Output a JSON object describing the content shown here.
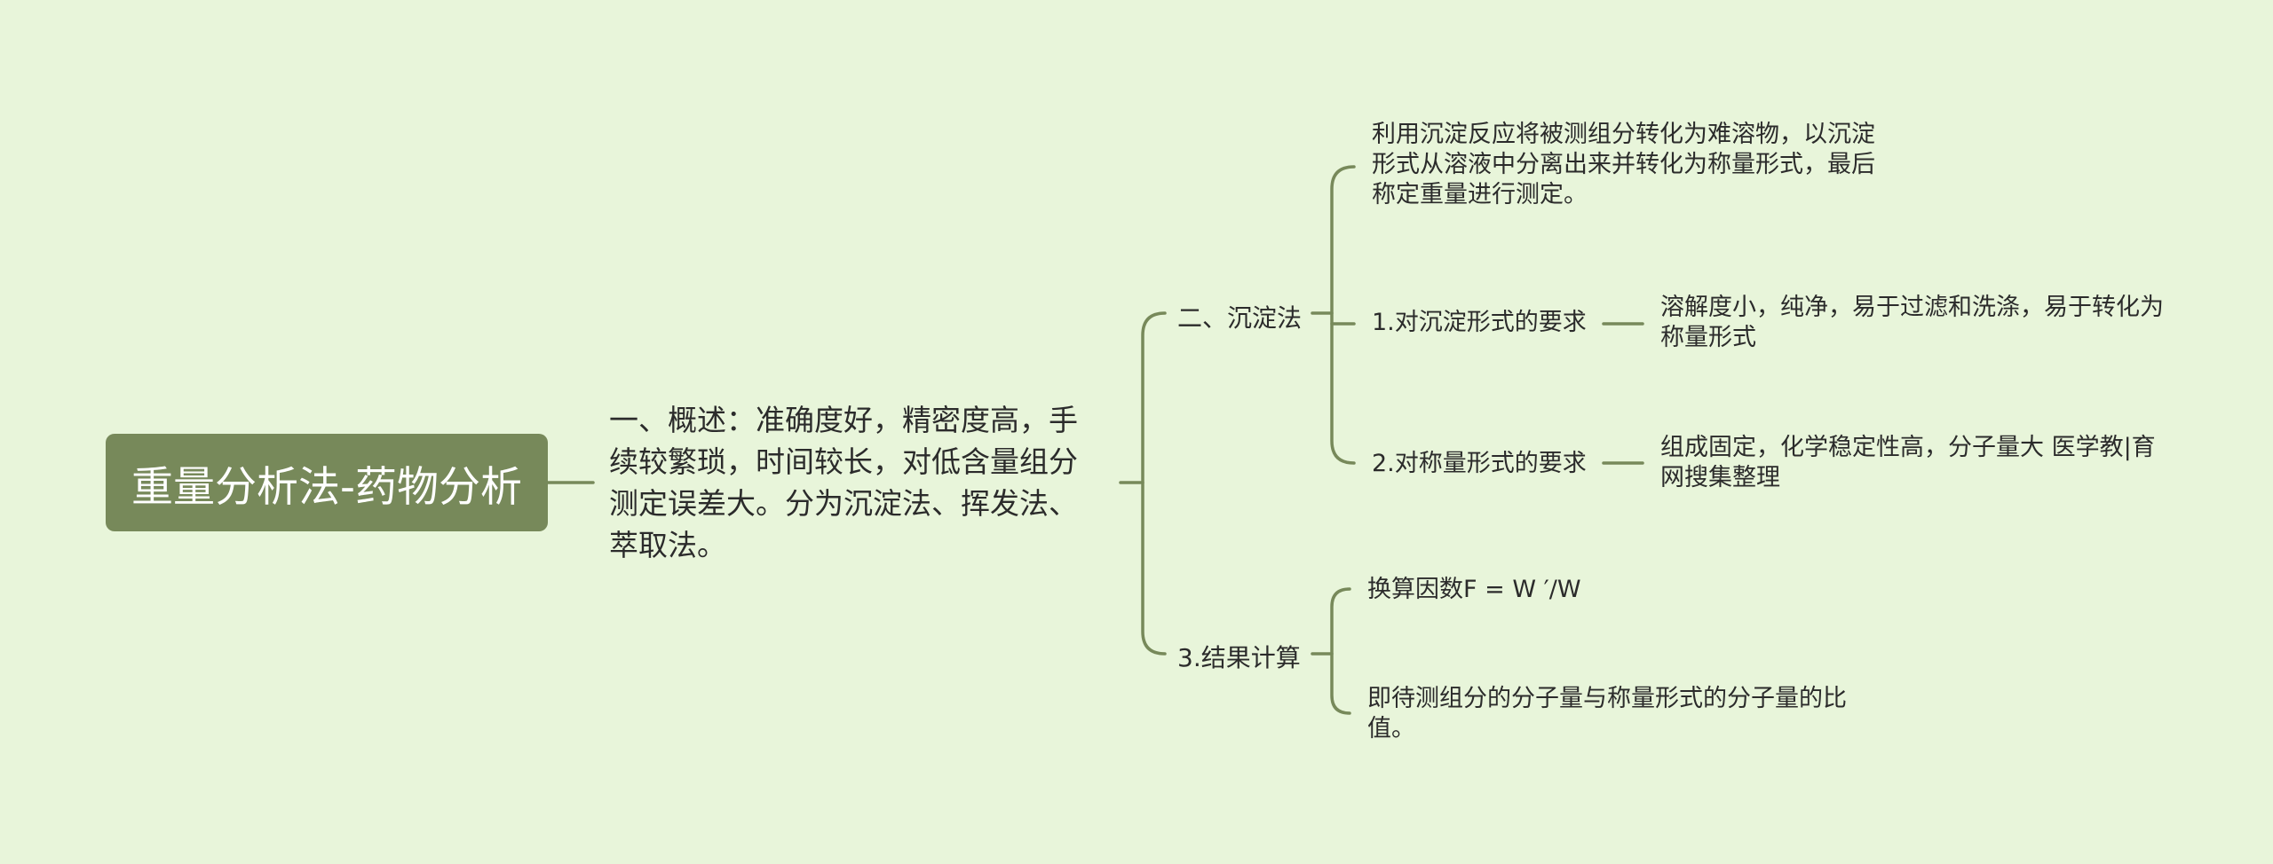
{
  "root": {
    "label": "重量分析法-药物分析"
  },
  "overview": {
    "text": "一、概述：准确度好，精密度高，手续较繁琐，时间较长，对低含量组分测定误差大。分为沉淀法、挥发法、萃取法。"
  },
  "precipitation": {
    "label": "二、沉淀法",
    "definition": "利用沉淀反应将被测组分转化为难溶物，以沉淀形式从溶液中分离出来并转化为称量形式，最后称定重量进行测定。",
    "req1": {
      "label": "1.对沉淀形式的要求",
      "detail": "溶解度小，纯净，易于过滤和洗涤，易于转化为称量形式"
    },
    "req2": {
      "label": "2.对称量形式的要求",
      "detail": "组成固定，化学稳定性高，分子量大 医学教|育网搜集整理"
    }
  },
  "result": {
    "label": "3.结果计算",
    "formula": "换算因数F = W ′/W",
    "explain": "即待测组分的分子量与称量形式的分子量的比值。"
  },
  "colors": {
    "background": "#e8f5da",
    "root": "#77895a",
    "line": "#77895a"
  }
}
